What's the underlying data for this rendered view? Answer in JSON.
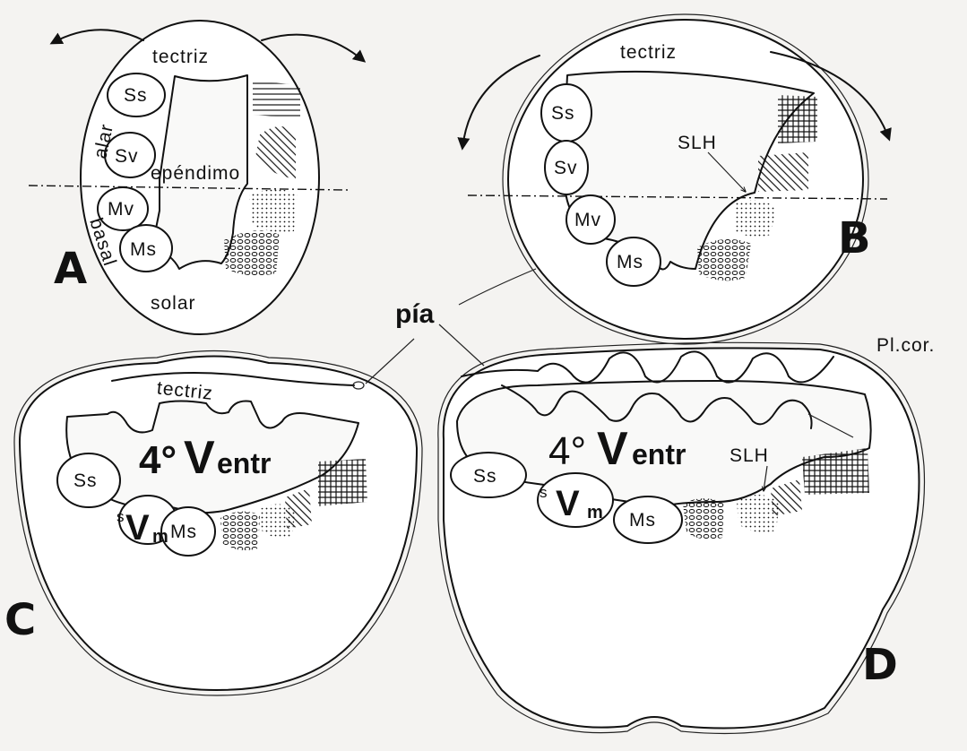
{
  "labels": {
    "tectriz": "tectriz",
    "alar": "alar",
    "basal": "basal",
    "ependimo": "epéndimo",
    "solar": "solar",
    "Ss": "Ss",
    "Sv": "Sv",
    "Mv": "Mv",
    "Ms": "Ms",
    "SLH": "SLH",
    "pia": "pía",
    "pl_cor": "Pl.cor.",
    "ventr_4": "4°",
    "ventr_V": "V",
    "ventr_entr": "entr",
    "vm_s": "s",
    "vm_V": "V",
    "vm_m": "m"
  },
  "panels": {
    "A": "A",
    "B": "B",
    "C": "C",
    "D": "D"
  }
}
